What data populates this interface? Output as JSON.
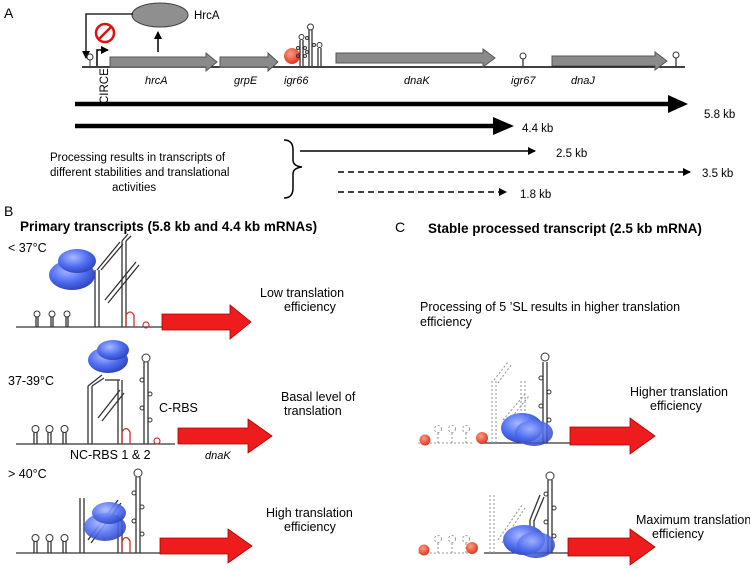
{
  "panels": {
    "a": "A",
    "b": "B",
    "c": "C"
  },
  "operon": {
    "regulator": "HrcA",
    "operator": "CIRCE",
    "genes": [
      "hrcA",
      "grpE",
      "igr66",
      "dnaK",
      "igr67",
      "dnaJ"
    ]
  },
  "transcripts": {
    "t58": "5.8 kb",
    "t44": "4.4 kb",
    "t25": "2.5 kb",
    "t35": "3.5 kb",
    "t18": "1.8 kb",
    "processing_line1": "Processing results in transcripts of",
    "processing_line2": "different stabilities and translational",
    "processing_line3": "activities"
  },
  "panel_b": {
    "title": "Primary transcripts (5.8 kb and 4.4 kb mRNAs)",
    "temp1": "< 37°C",
    "temp2": "37-39°C",
    "temp3": "> 40°C",
    "out1_line1": "Low translation",
    "out1_line2": "efficiency",
    "out2_line1": "Basal level of",
    "out2_line2": "translation",
    "out3_line1": "High translation",
    "out3_line2": "efficiency",
    "crbs": "C-RBS",
    "ncrbs": "NC-RBS 1 & 2",
    "gene": "dnaK"
  },
  "panel_c": {
    "title": "Stable processed transcript (2.5 kb mRNA)",
    "note_line1": "Processing of 5 ’SL results in higher translation",
    "note_line2": "efficiency",
    "out1_line1": "Higher translation",
    "out1_line2": "efficiency",
    "out2_line1": "Maximum translation",
    "out2_line2": "efficiency"
  },
  "colors": {
    "arrow_red": "#ee1c1c",
    "ribosome_blue": "#3a5ee8",
    "rnase_red": "#e0442a",
    "gene_gray": "#8a8a8a"
  }
}
